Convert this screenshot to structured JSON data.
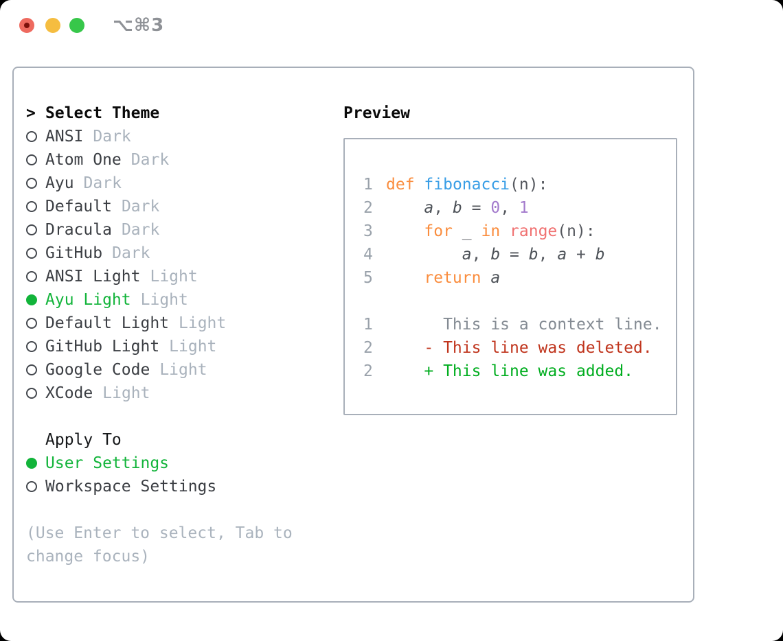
{
  "window": {
    "title": "⌥⌘3"
  },
  "theme_panel": {
    "prompt": ">",
    "header": "Select Theme",
    "items": [
      {
        "name": "ANSI",
        "variant": "Dark",
        "selected": false
      },
      {
        "name": "Atom One",
        "variant": "Dark",
        "selected": false
      },
      {
        "name": "Ayu",
        "variant": "Dark",
        "selected": false
      },
      {
        "name": "Default",
        "variant": "Dark",
        "selected": false
      },
      {
        "name": "Dracula",
        "variant": "Dark",
        "selected": false
      },
      {
        "name": "GitHub",
        "variant": "Dark",
        "selected": false
      },
      {
        "name": "ANSI Light",
        "variant": "Light",
        "selected": false
      },
      {
        "name": "Ayu Light",
        "variant": "Light",
        "selected": true
      },
      {
        "name": "Default Light",
        "variant": "Light",
        "selected": false
      },
      {
        "name": "GitHub Light",
        "variant": "Light",
        "selected": false
      },
      {
        "name": "Google Code",
        "variant": "Light",
        "selected": false
      },
      {
        "name": "XCode",
        "variant": "Light",
        "selected": false
      }
    ]
  },
  "apply_panel": {
    "header": "Apply To",
    "options": [
      {
        "name": "User Settings",
        "selected": true
      },
      {
        "name": "Workspace Settings",
        "selected": false
      }
    ]
  },
  "hint": {
    "line1": "(Use Enter to select, Tab to",
    "line2": "change focus)"
  },
  "preview": {
    "header": "Preview",
    "code_lines": [
      {
        "num": "1",
        "tokens": [
          {
            "t": "def",
            "c": "kw"
          },
          {
            "t": " ",
            "c": "fg"
          },
          {
            "t": "fibonacci",
            "c": "fn"
          },
          {
            "t": "(n):",
            "c": "fg"
          }
        ]
      },
      {
        "num": "2",
        "tokens": [
          {
            "t": "    ",
            "c": "fg"
          },
          {
            "t": "a",
            "c": "var"
          },
          {
            "t": ", ",
            "c": "fg"
          },
          {
            "t": "b",
            "c": "var"
          },
          {
            "t": " = ",
            "c": "fg"
          },
          {
            "t": "0",
            "c": "num"
          },
          {
            "t": ", ",
            "c": "fg"
          },
          {
            "t": "1",
            "c": "num"
          }
        ]
      },
      {
        "num": "3",
        "tokens": [
          {
            "t": "    ",
            "c": "fg"
          },
          {
            "t": "for",
            "c": "kw"
          },
          {
            "t": " _ ",
            "c": "fg"
          },
          {
            "t": "in",
            "c": "kw"
          },
          {
            "t": " ",
            "c": "fg"
          },
          {
            "t": "range",
            "c": "bi"
          },
          {
            "t": "(n):",
            "c": "fg"
          }
        ]
      },
      {
        "num": "4",
        "tokens": [
          {
            "t": "        ",
            "c": "fg"
          },
          {
            "t": "a",
            "c": "var"
          },
          {
            "t": ", ",
            "c": "fg"
          },
          {
            "t": "b",
            "c": "var"
          },
          {
            "t": " = ",
            "c": "fg"
          },
          {
            "t": "b",
            "c": "var"
          },
          {
            "t": ", ",
            "c": "fg"
          },
          {
            "t": "a",
            "c": "var"
          },
          {
            "t": " + ",
            "c": "fg"
          },
          {
            "t": "b",
            "c": "var"
          }
        ]
      },
      {
        "num": "5",
        "tokens": [
          {
            "t": "    ",
            "c": "fg"
          },
          {
            "t": "return",
            "c": "kw"
          },
          {
            "t": " ",
            "c": "fg"
          },
          {
            "t": "a",
            "c": "var"
          }
        ]
      },
      {
        "num": "",
        "tokens": []
      },
      {
        "num": "1",
        "tokens": [
          {
            "t": "      This is a context line.",
            "c": "ctx"
          }
        ]
      },
      {
        "num": "2",
        "tokens": [
          {
            "t": "    ",
            "c": "fg"
          },
          {
            "t": "- This line was deleted.",
            "c": "del"
          }
        ]
      },
      {
        "num": "2",
        "tokens": [
          {
            "t": "    ",
            "c": "fg"
          },
          {
            "t": "+ This line was added.",
            "c": "add"
          }
        ]
      }
    ]
  },
  "colors": {
    "selection_green": "#12b43a",
    "diff_added": "#00ad1f",
    "diff_deleted": "#c0351d",
    "keyword_orange": "#fa8d3e",
    "function_blue": "#399ee6",
    "builtin_coral": "#f07171",
    "constant_purple": "#a37acc",
    "muted_gray": "#a9b2bc",
    "border_gray": "#a8afb9"
  }
}
